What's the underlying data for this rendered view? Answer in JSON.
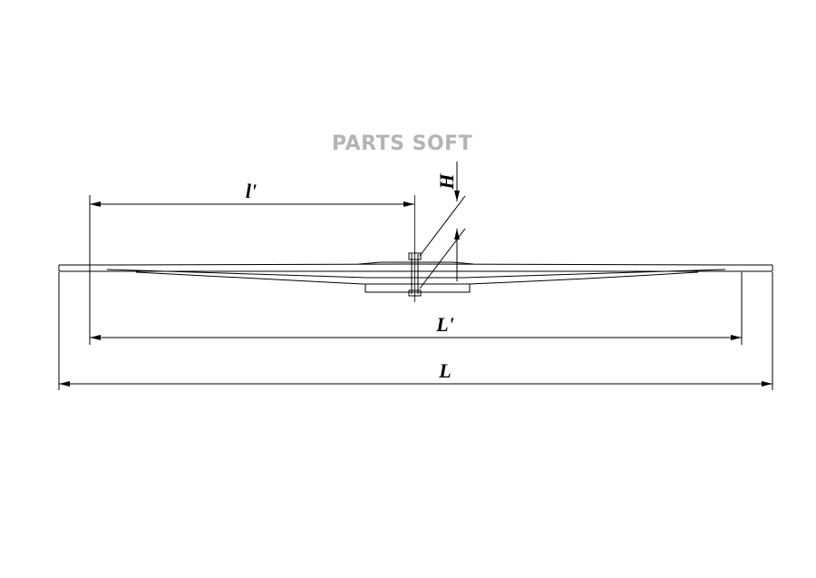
{
  "watermark": "PARTS SOFT",
  "labels": {
    "half_length": "l'",
    "height": "H",
    "working_length": "L'",
    "total_length": "L"
  },
  "colors": {
    "line": "#000000",
    "watermark": "#b4b4b4",
    "background": "#ffffff"
  }
}
